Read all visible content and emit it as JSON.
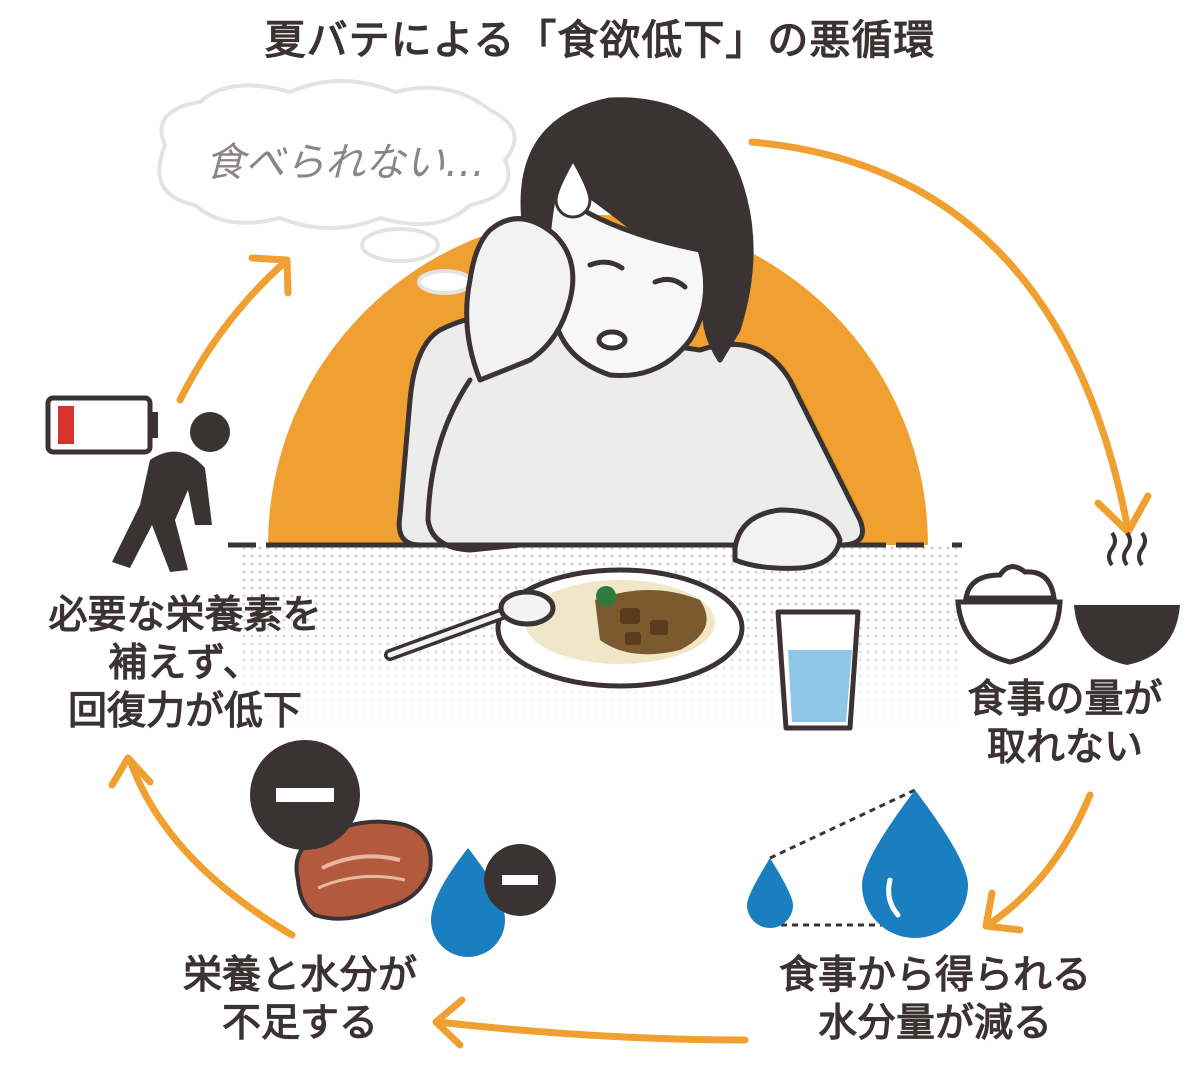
{
  "title": "夏バテによる「食欲低下」の悪循環",
  "thought_bubble": "食べられない…",
  "steps": {
    "meal": [
      "食事の量が",
      "取れない"
    ],
    "water": [
      "食事から得られる",
      "水分量が減る"
    ],
    "lack": [
      "栄養と水分が",
      "不足する"
    ],
    "recovery": [
      "必要な栄養素を",
      "補えず、",
      "回復力が低下"
    ]
  },
  "colors": {
    "orange": "#f0a030",
    "dark": "#3b3233",
    "water_blue": "#1a7fc0",
    "battery_red": "#d8322a",
    "meat": "#b35a3c"
  },
  "icons": [
    "rice-bowl-icon",
    "soup-bowl-icon",
    "water-drop-icon",
    "meat-icon",
    "minus-icon",
    "battery-low-icon",
    "tired-person-icon"
  ]
}
